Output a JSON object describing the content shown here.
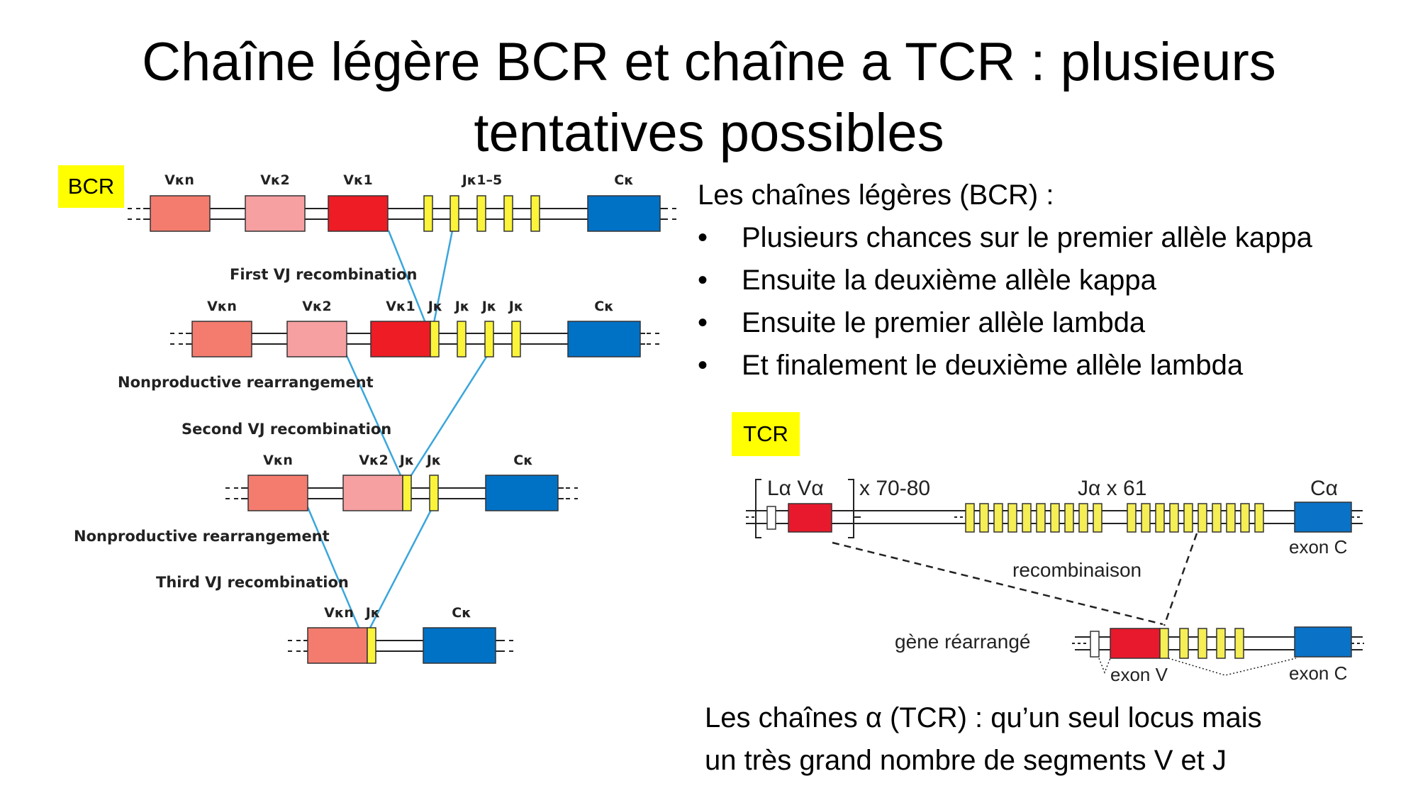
{
  "slide": {
    "title_line1": "Chaîne légère BCR et chaîne a TCR : plusieurs",
    "title_line2": "tentatives possibles"
  },
  "bcr": {
    "tag": "BCR",
    "labels": {
      "vkn": "Vκn",
      "vk2": "Vκ2",
      "vk1": "Vκ1",
      "jk15": "Jκ1–5",
      "jk": "Jκ",
      "ck": "Cκ"
    },
    "steps": [
      "First VJ recombination",
      "Nonproductive rearrangement",
      "Second VJ recombination",
      "Nonproductive rearrangement",
      "Third VJ recombination"
    ],
    "colors": {
      "vkn": "#f47c6e",
      "vk2": "#f6a0a2",
      "vk1": "#ee1c25",
      "j": "#fbf43a",
      "c": "#0072c6",
      "link": "#3aa6dc"
    }
  },
  "text_bcr": {
    "heading": "Les chaînes légères (BCR) :",
    "bullets": [
      "Plusieurs chances sur le premier allèle kappa",
      "Ensuite la deuxième allèle kappa",
      "Ensuite le premier allèle lambda",
      "Et finalement le deuxième allèle lambda"
    ]
  },
  "tcr": {
    "tag": "TCR",
    "labels": {
      "la_va": "Lα Vα",
      "x70_80": "x 70-80",
      "ja_x61": "Jα x 61",
      "ca": "Cα",
      "exon_c_top": "exon C",
      "recombinaison": "recombinaison",
      "gene_rearrange": "gène réarrangé",
      "exon_v": "exon V",
      "exon_c_bottom": "exon C"
    },
    "colors": {
      "v": "#e8192c",
      "j": "#f5ee55",
      "c": "#0a72c7"
    }
  },
  "text_tcr": {
    "line1": "Les chaînes α (TCR) : qu’un seul locus mais",
    "line2": "un très grand nombre de segments V et J"
  }
}
